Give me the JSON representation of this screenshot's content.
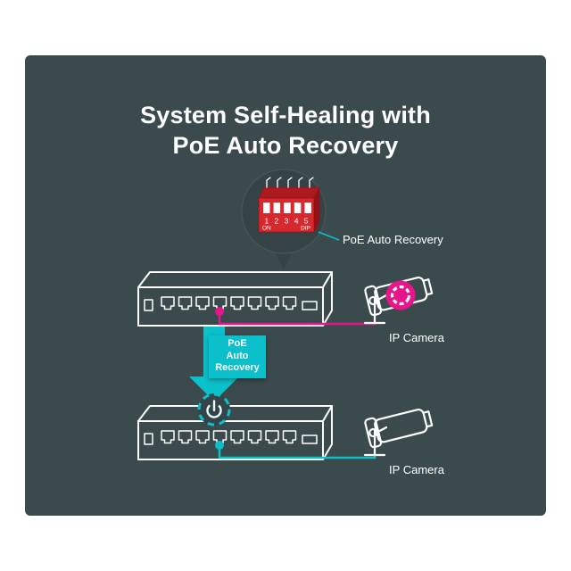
{
  "title": {
    "line1": "System Self-Healing with",
    "line2": "PoE Auto Recovery"
  },
  "callout": {
    "label": "PoE Auto Recovery"
  },
  "dip_switch": {
    "numbers": "1 2 3 4 5",
    "on_label": "ON",
    "dip_label": "DIP"
  },
  "flow_arrow": {
    "line1": "PoE",
    "line2": "Auto",
    "line3": "Recovery"
  },
  "camera_top": {
    "label": "IP Camera"
  },
  "camera_bottom": {
    "label": "IP Camera"
  },
  "colors": {
    "background": "#3b4a4d",
    "accent_pink": "#e8148b",
    "accent_teal": "#0bc0ca",
    "dip_red": "#d7282e",
    "white": "#ffffff"
  }
}
